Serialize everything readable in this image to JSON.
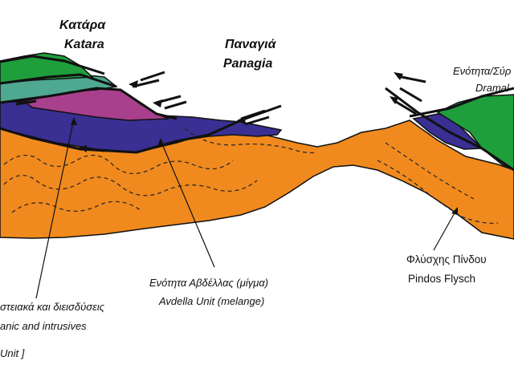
{
  "labels": {
    "katara_gr": "Κατάρα",
    "katara_en": "Katara",
    "panagia_gr": "Παναγιά",
    "panagia_en": "Panagia",
    "dramala_gr": "Ενότητα/Σύρ",
    "dramala_en": "Dramal",
    "volcanic_gr": "στειακά και διεισδύσεις",
    "volcanic_en": "anic and intrusives",
    "unit_partial": "Unit ]",
    "avdella_gr": "Ενότητα Αβδέλλας (μίγμα)",
    "avdella_en": "Avdella Unit (melange)",
    "pindos_gr": "Φλύσχης Πίνδου",
    "pindos_en": "Pindos Flysch"
  },
  "colors": {
    "flysch": "#f08a1e",
    "avdella": "#3a2f93",
    "green_unit": "#1f9e3c",
    "teal_unit": "#4fa890",
    "magenta_unit": "#a8408e",
    "lines": "#111111"
  }
}
